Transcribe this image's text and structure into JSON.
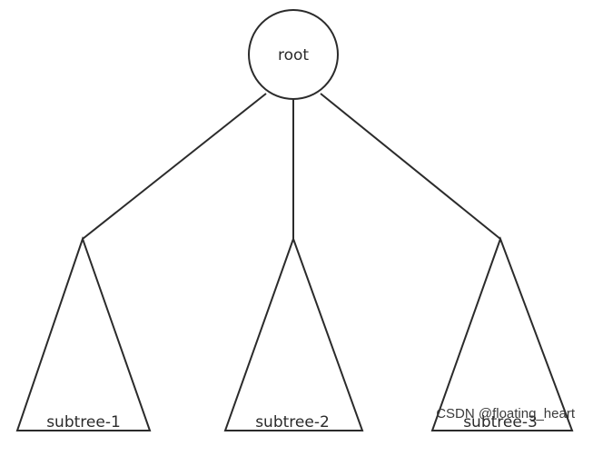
{
  "tree": {
    "root": {
      "label": "root"
    },
    "subtrees": [
      {
        "label": "subtree-1"
      },
      {
        "label": "subtree-2"
      },
      {
        "label": "subtree-3"
      }
    ]
  },
  "watermark": "CSDN @floating_heart"
}
